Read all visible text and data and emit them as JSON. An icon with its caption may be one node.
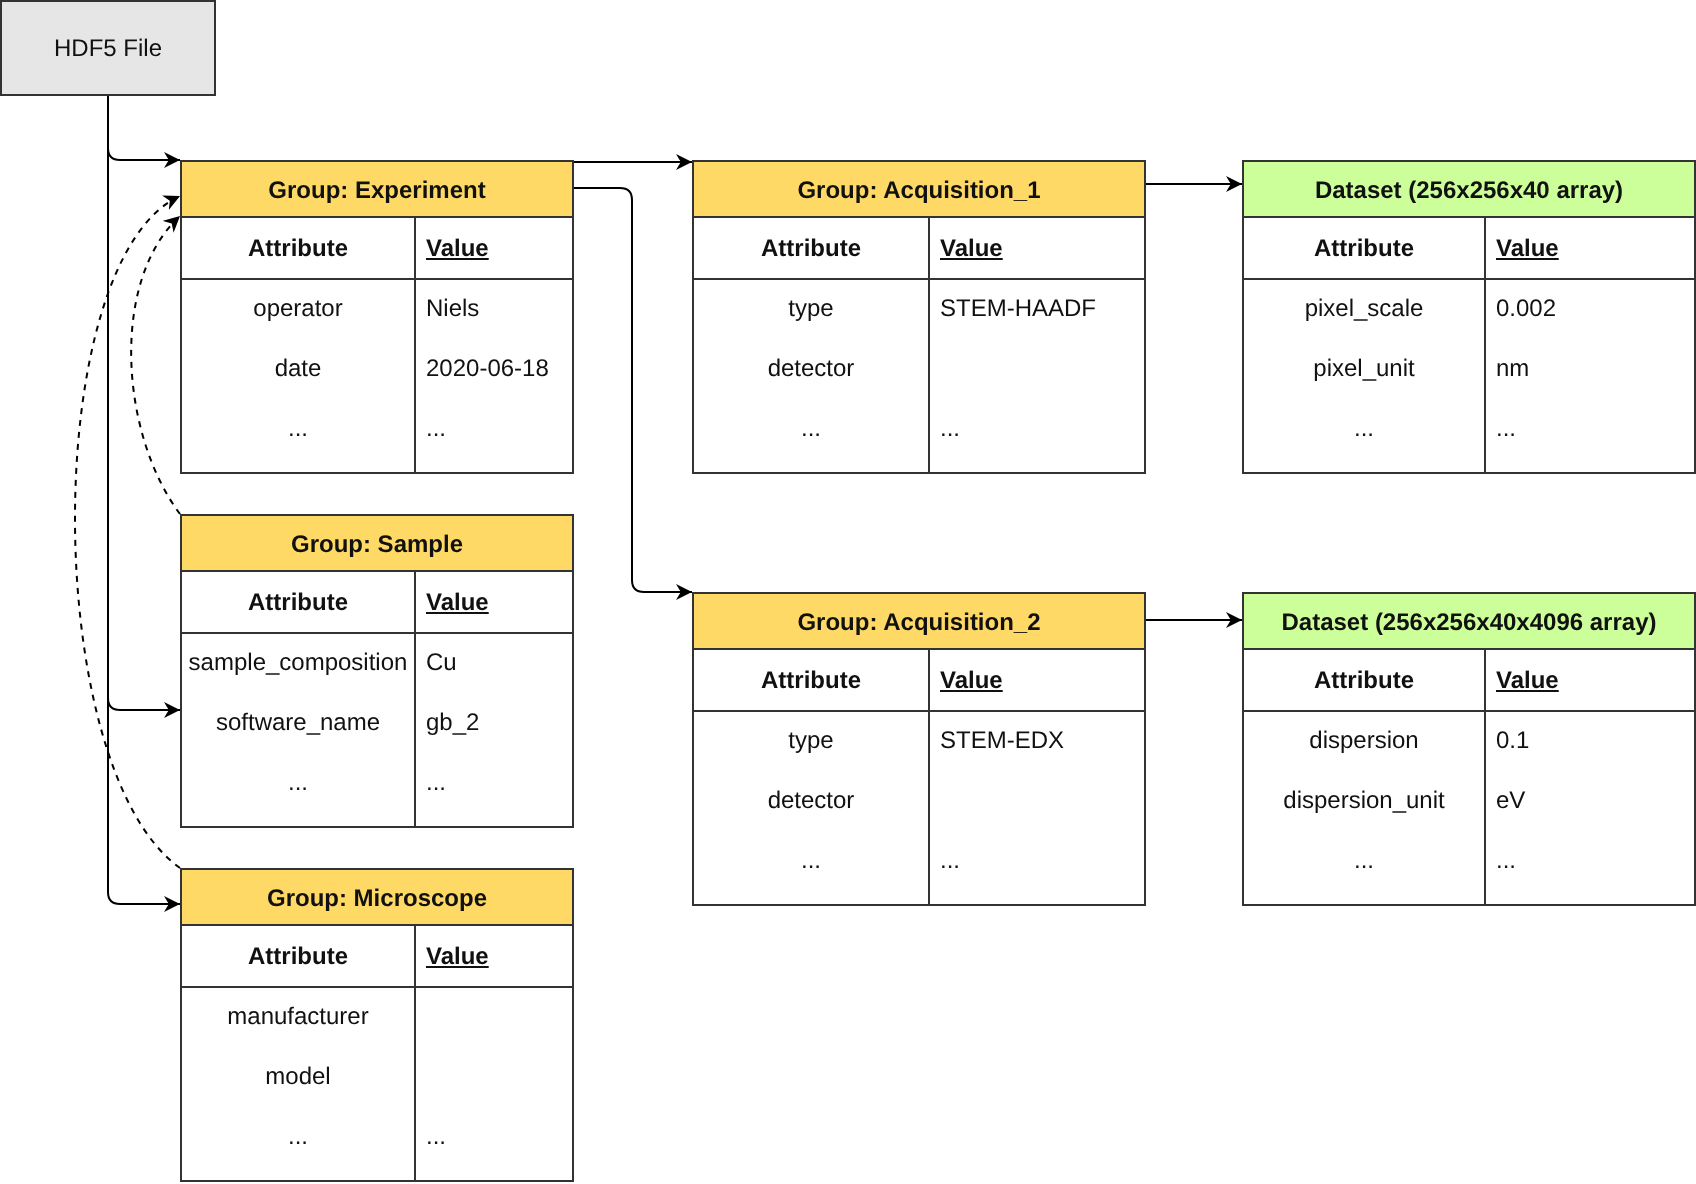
{
  "diagram": {
    "nodes": [
      {
        "text": [
          "HDF5 File"
        ]
      },
      {
        "text": [
          "Group: Experiment"
        ]
      },
      {
        "text": [
          "Attribute"
        ],
        "in": 1
      },
      {
        "text": [
          "Value"
        ],
        "in": 1
      },
      {
        "text": [
          "operator"
        ],
        "in": 1
      },
      {
        "text": [
          "Niels"
        ],
        "in": 1
      },
      {
        "text": [
          "date"
        ],
        "in": 1
      },
      {
        "text": [
          "2020-06-18"
        ],
        "in": 1
      },
      {
        "text": [
          "..."
        ],
        "in": 1
      },
      {
        "text": [
          "..."
        ],
        "in": 1
      },
      {
        "text": [
          "Group: Acquisition_1"
        ]
      },
      {
        "text": [
          "Attribute"
        ],
        "in": 10
      },
      {
        "text": [
          "Value"
        ],
        "in": 10
      },
      {
        "text": [
          "type"
        ],
        "in": 10
      },
      {
        "text": [
          "STEM-HAADF"
        ],
        "in": 10
      },
      {
        "text": [
          "detector"
        ],
        "in": 10
      },
      {
        "text": [
          "..."
        ],
        "in": 10
      },
      {
        "text": [
          "..."
        ],
        "in": 10
      },
      {
        "text": [
          "Dataset (256x256x40 array)"
        ]
      },
      {
        "text": [
          "Attribute"
        ],
        "in": 18
      },
      {
        "text": [
          "Value"
        ],
        "in": 18
      },
      {
        "text": [
          "pixel_scale"
        ],
        "in": 18
      },
      {
        "text": [
          "0.002"
        ],
        "in": 18
      },
      {
        "text": [
          "pixel_unit"
        ],
        "in": 18
      },
      {
        "text": [
          "nm"
        ],
        "in": 18
      },
      {
        "text": [
          "..."
        ],
        "in": 18
      },
      {
        "text": [
          "..."
        ],
        "in": 18
      },
      {
        "text": [
          "Group: Sample"
        ]
      },
      {
        "text": [
          "Attribute"
        ],
        "in": 27
      },
      {
        "text": [
          "Value"
        ],
        "in": 27
      },
      {
        "text": [
          "sample_composition"
        ],
        "in": 27
      },
      {
        "text": [
          "Cu"
        ],
        "in": 27
      },
      {
        "text": [
          "software_name"
        ],
        "in": 27
      },
      {
        "text": [
          "gb_2"
        ],
        "in": 27
      },
      {
        "text": [
          "..."
        ],
        "in": 27
      },
      {
        "text": [
          "..."
        ],
        "in": 27
      },
      {
        "text": [
          "Group: Acquisition_2"
        ]
      },
      {
        "text": [
          "Attribute"
        ],
        "in": 36
      },
      {
        "text": [
          "Value"
        ],
        "in": 36
      },
      {
        "text": [
          "type"
        ],
        "in": 36
      },
      {
        "text": [
          "STEM-EDX"
        ],
        "in": 36
      },
      {
        "text": [
          "detector"
        ],
        "in": 36
      },
      {
        "text": [
          "..."
        ],
        "in": 36
      },
      {
        "text": [
          "..."
        ],
        "in": 36
      },
      {
        "text": [
          "Dataset (256x256x40x4096 array)"
        ]
      },
      {
        "text": [
          "Attribute"
        ],
        "in": 44
      },
      {
        "text": [
          "Value"
        ],
        "in": 44
      },
      {
        "text": [
          "dispersion"
        ],
        "in": 44
      },
      {
        "text": [
          "0.1"
        ],
        "in": 44
      },
      {
        "text": [
          "dispersion_unit"
        ],
        "in": 44
      },
      {
        "text": [
          "eV"
        ],
        "in": 44
      },
      {
        "text": [
          "..."
        ],
        "in": 44
      },
      {
        "text": [
          "..."
        ],
        "in": 44
      },
      {
        "text": [
          "Group: Microscope"
        ]
      },
      {
        "text": [
          "Attribute"
        ],
        "in": 53
      },
      {
        "text": [
          "Value"
        ],
        "in": 53
      },
      {
        "text": [
          "manufacturer"
        ],
        "in": 53
      },
      {
        "text": [
          "model"
        ],
        "in": 53
      },
      {
        "text": [
          "..."
        ],
        "in": 53
      },
      {
        "text": [
          "..."
        ],
        "in": 53
      }
    ],
    "edges": [
      {
        "from": 0,
        "to": 1,
        "arrow": "to"
      },
      {
        "from": 0,
        "to": 27,
        "arrow": "to"
      },
      {
        "from": 0,
        "to": 53,
        "arrow": "to"
      },
      {
        "from": 1,
        "to": 10,
        "arrow": "to"
      },
      {
        "from": 1,
        "to": 36,
        "arrow": "to"
      },
      {
        "from": 10,
        "to": 18,
        "arrow": "to"
      },
      {
        "from": 36,
        "to": 44,
        "arrow": "to"
      },
      {
        "from": 27,
        "to": 1,
        "arrow": "to",
        "style": "dashed"
      },
      {
        "from": 53,
        "to": 1,
        "arrow": "to",
        "style": "dashed"
      }
    ]
  }
}
